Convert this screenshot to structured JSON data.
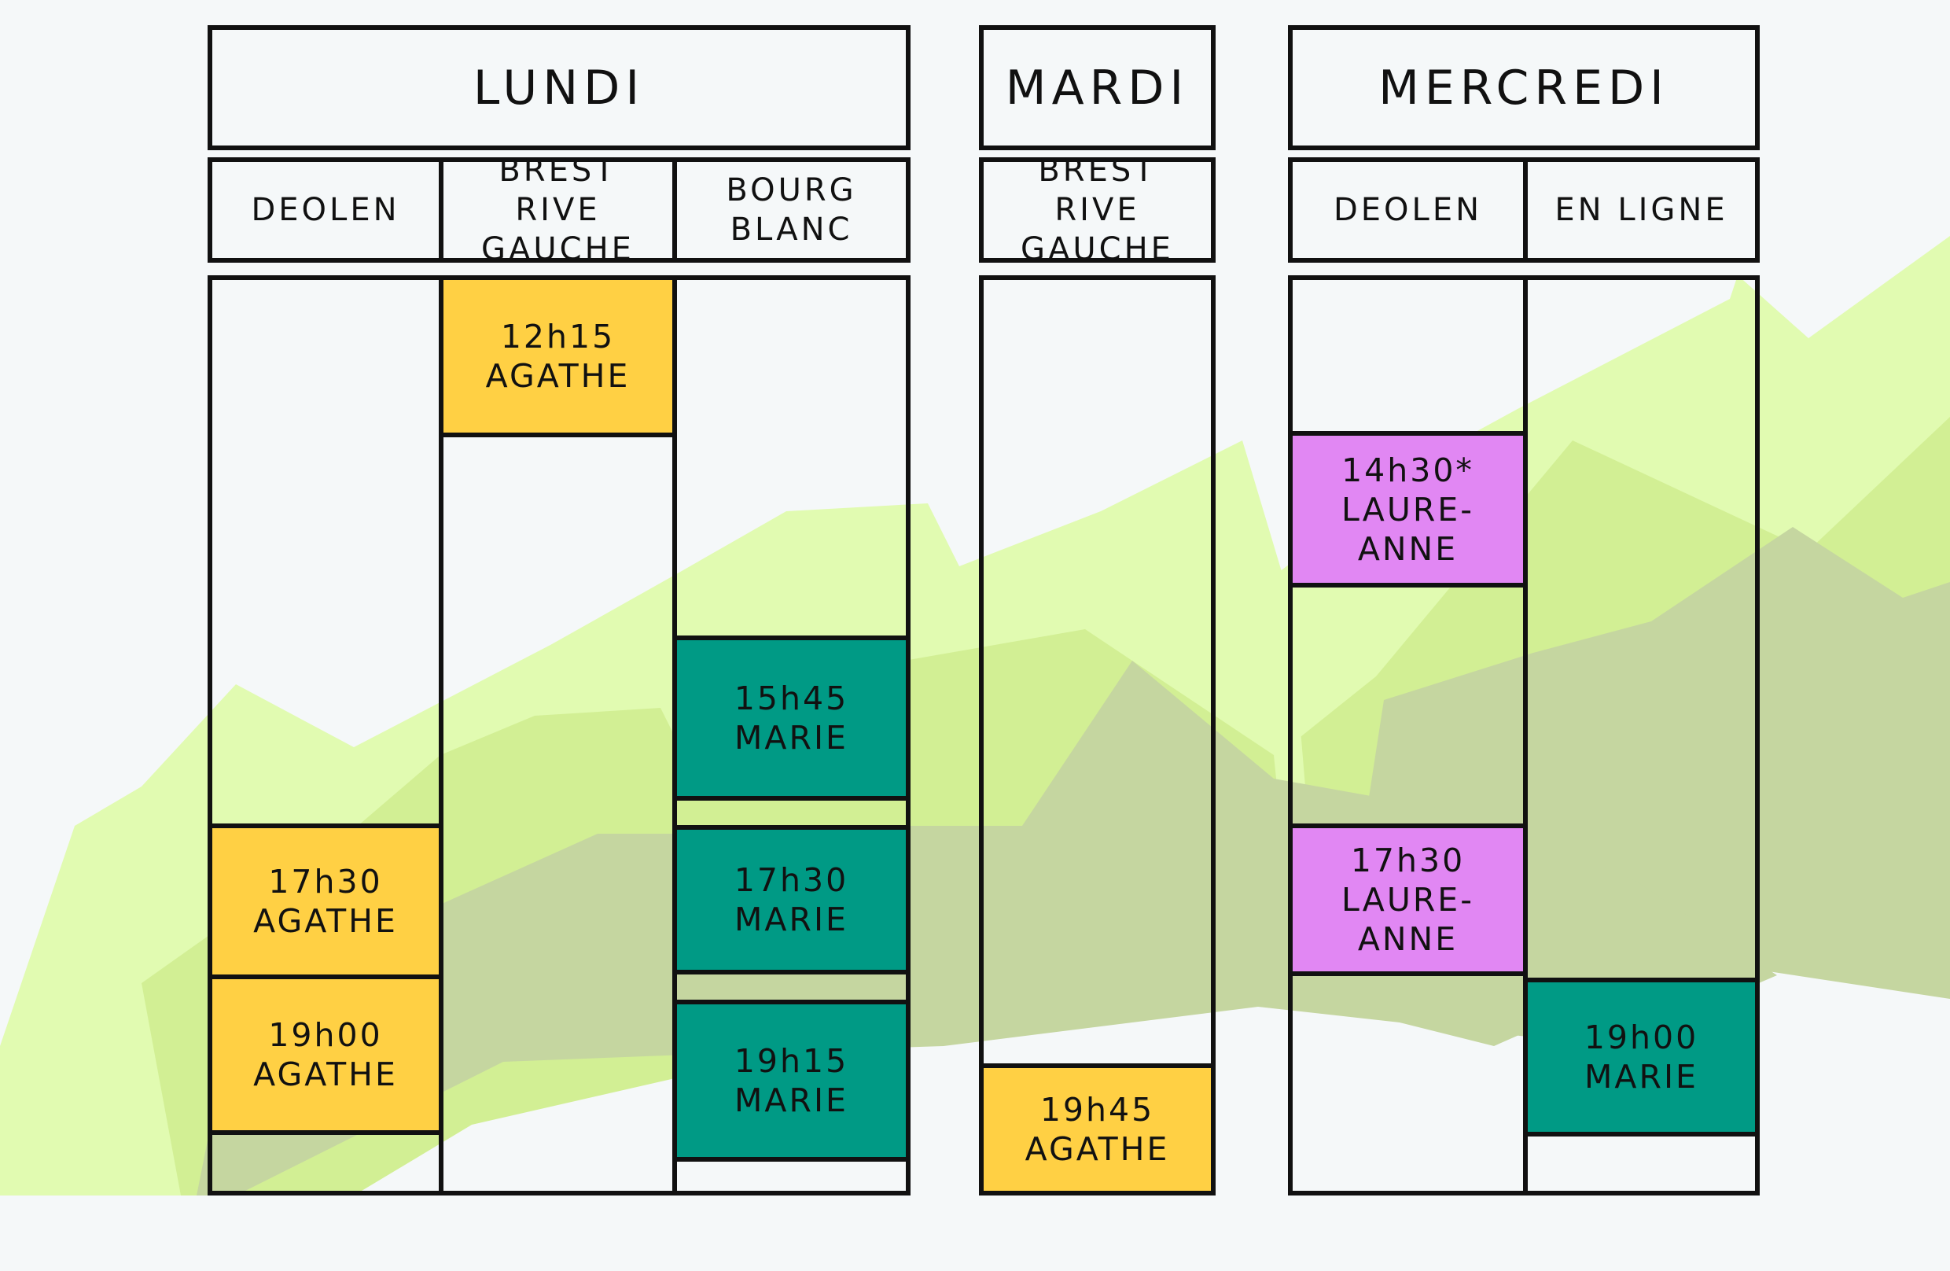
{
  "colors": {
    "background": "#f5f8f9",
    "agathe": "#ffd044",
    "marie": "#009a85",
    "laure_anne": "#e187f3",
    "blob_light": "#e1fbb1",
    "blob_mid": "#d2ef94",
    "blob_dark": "#c5d6a0"
  },
  "days": {
    "lundi": "LUNDI",
    "mardi": "MARDI",
    "mercredi": "MERCREDI"
  },
  "locations": {
    "lundi_deolen": "DEOLEN",
    "lundi_brest": "BREST\nRIVE GAUCHE",
    "lundi_bourg": "BOURG\nBLANC",
    "mardi_brest": "BREST\nRIVE GAUCHE",
    "mercredi_deolen": "DEOLEN",
    "mercredi_ligne": "EN LIGNE"
  },
  "slots": {
    "lundi_deolen_1": {
      "time": "17h30",
      "name": "AGATHE"
    },
    "lundi_deolen_2": {
      "time": "19h00",
      "name": "AGATHE"
    },
    "lundi_brest_1": {
      "time": "12h15",
      "name": "AGATHE"
    },
    "lundi_bourg_1": {
      "time": "15h45",
      "name": "MARIE"
    },
    "lundi_bourg_2": {
      "time": "17h30",
      "name": "MARIE"
    },
    "lundi_bourg_3": {
      "time": "19h15",
      "name": "MARIE"
    },
    "mardi_brest_1": {
      "time": "19h45",
      "name": "AGATHE"
    },
    "mercredi_deolen_1": {
      "time": "14h30*",
      "name": "LAURE-ANNE"
    },
    "mercredi_deolen_2": {
      "time": "17h30",
      "name": "LAURE-ANNE"
    },
    "mercredi_ligne_1": {
      "time": "19h00",
      "name": "MARIE"
    }
  }
}
